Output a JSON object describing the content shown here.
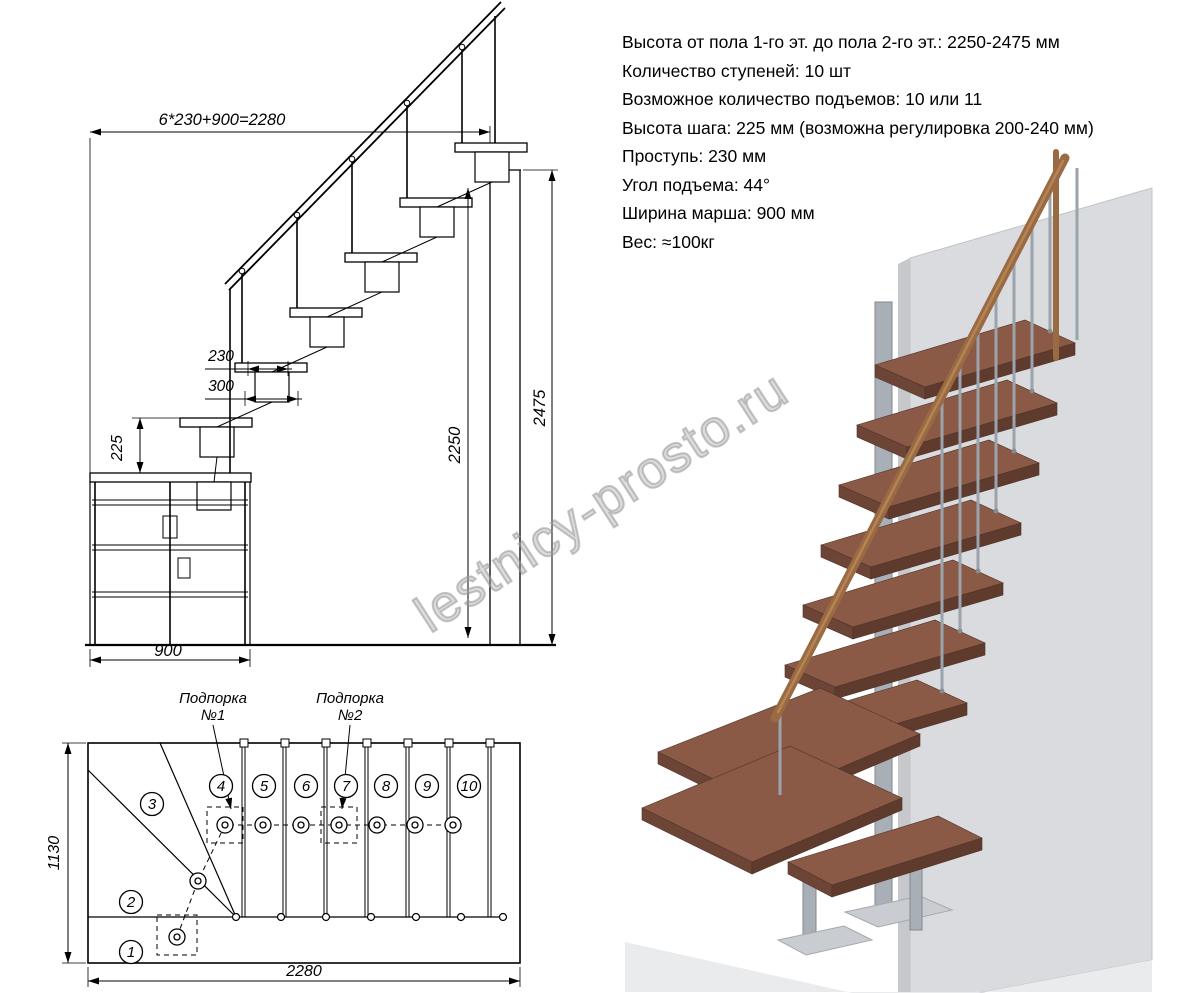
{
  "specs": {
    "lines": [
      "Высота от пола 1-го эт. до пола 2-го эт.: 2250-2475 мм",
      "Количество ступеней: 10 шт",
      "Возможное количество подъемов: 10 или 11",
      "Высота шага: 225 мм (возможна регулировка 200-240 мм)",
      "Проступь: 230 мм",
      "Угол подъема: 44°",
      "Ширина марша: 900 мм",
      "Вес: ≈100кг"
    ]
  },
  "side_view": {
    "dim_total": "6*230+900=2280",
    "dim_tread": "230",
    "dim_module": "300",
    "dim_riser": "225",
    "dim_height_inner": "2250",
    "dim_height_outer": "2475",
    "dim_width": "900"
  },
  "plan_view": {
    "support1": [
      "Подпорка",
      "№1"
    ],
    "support2": [
      "Подпорка",
      "№2"
    ],
    "dim_depth": "1130",
    "dim_length": "2280",
    "steps": [
      "1",
      "2",
      "3",
      "4",
      "5",
      "6",
      "7",
      "8",
      "9",
      "10"
    ]
  },
  "watermark": "lestnicy-prosto.ru"
}
